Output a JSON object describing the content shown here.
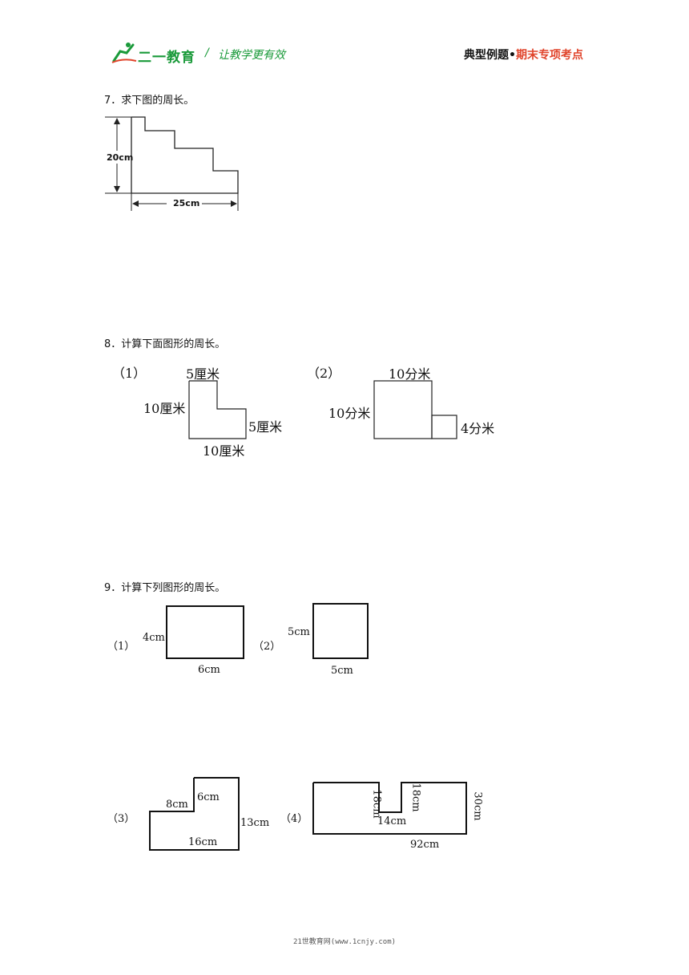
{
  "header": {
    "brand": "二一教育",
    "slash": "/",
    "slogan": "让教学更有效",
    "right_a": "典型例题•",
    "right_b": "期末专项考点",
    "colors": {
      "brand": "#1a9a3a",
      "accent": "#e0442b"
    }
  },
  "q7": {
    "title": "7．求下图的周长。",
    "height_label": "20cm",
    "width_label": "25cm"
  },
  "q8": {
    "title": "8．计算下面图形的周长。",
    "fig1": {
      "tag": "（1）",
      "top": "5厘米",
      "left": "10厘米",
      "right": "5厘米",
      "bottom": "10厘米"
    },
    "fig2": {
      "tag": "（2）",
      "top": "10分米",
      "left": "10分米",
      "right": "4分米"
    }
  },
  "q9": {
    "title": "9．计算下列图形的周长。",
    "fig1": {
      "tag": "（1）",
      "left": "4cm",
      "bottom": "6cm"
    },
    "fig2": {
      "tag": "（2）",
      "left": "5cm",
      "bottom": "5cm"
    },
    "fig3": {
      "tag": "（3）",
      "a": "8cm",
      "b": "6cm",
      "c": "13cm",
      "d": "16cm"
    },
    "fig4": {
      "tag": "（4）",
      "a": "18cm",
      "b": "18cm",
      "c": "30cm",
      "d": "14cm",
      "e": "92cm"
    }
  },
  "footer": {
    "text": "21世教育网(www.1cnjy.com)"
  }
}
